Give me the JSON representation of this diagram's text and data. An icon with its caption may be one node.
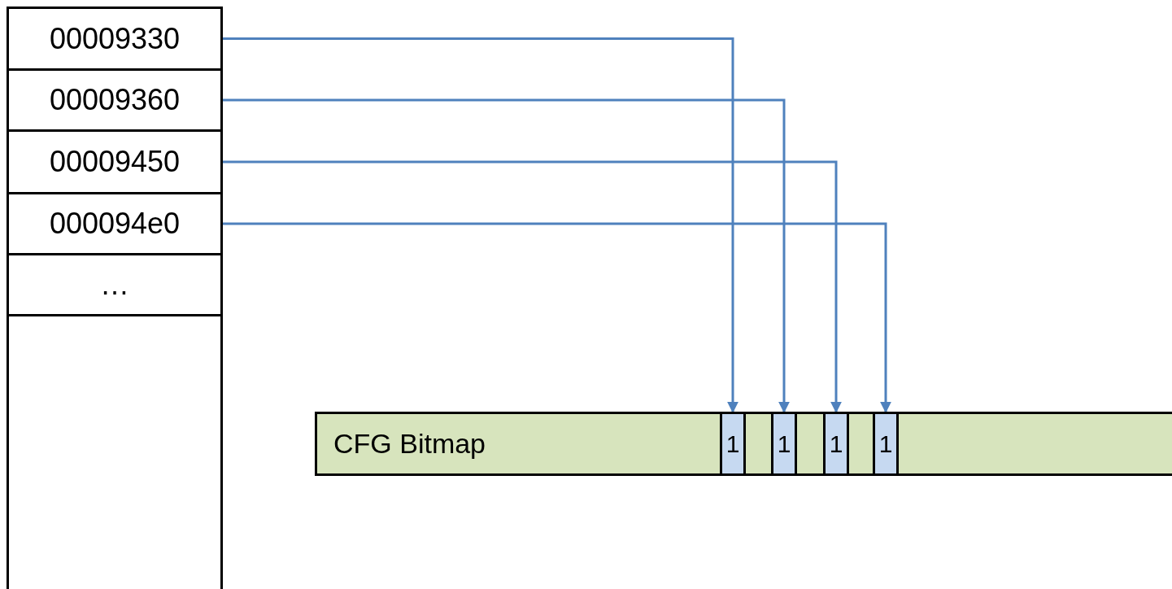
{
  "diagram": {
    "nodes": [
      {
        "text": [
          "00009330"
        ]
      },
      {
        "text": [
          "00009360"
        ]
      },
      {
        "text": [
          "00009450"
        ]
      },
      {
        "text": [
          "000094e0"
        ]
      },
      {
        "text": [
          "…"
        ]
      },
      {
        "text": [],
        "shape": "box"
      },
      {
        "text": [
          "CFG Bitmap"
        ]
      },
      {
        "text": [
          "1"
        ],
        "in": 6
      },
      {
        "text": [
          "1"
        ],
        "in": 6
      },
      {
        "text": [
          "1"
        ],
        "in": 6
      },
      {
        "text": [
          "1"
        ],
        "in": 6
      }
    ],
    "edges": [
      {
        "from": 0,
        "to": 7,
        "arrow": "to"
      },
      {
        "from": 1,
        "to": 8,
        "arrow": "to"
      },
      {
        "from": 2,
        "to": 9,
        "arrow": "to"
      },
      {
        "from": 3,
        "to": 10,
        "arrow": "to"
      }
    ]
  }
}
